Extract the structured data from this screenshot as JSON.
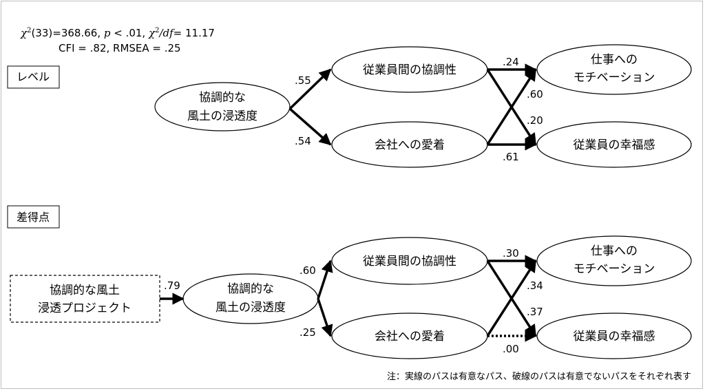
{
  "fit": {
    "chi_symbol": "χ",
    "sup2": "2",
    "chi_val": "(33)=368.66, ",
    "p_sym": "p",
    "p_val": " < .01, ",
    "chi_symbol2": "χ",
    "sup2b": "2",
    "slash": "/",
    "df": "df",
    "ratio_val": "= 11.17",
    "line2": "CFI = .82, RMSEA = .25"
  },
  "level": {
    "label": "レベル",
    "source": [
      "協調的な",
      "風土の浸透度"
    ],
    "med1": "従業員間の協調性",
    "med2": "会社への愛着",
    "out1": [
      "仕事への",
      "モチベーション"
    ],
    "out2": "従業員の幸福感",
    "coef_src_med1": ".55",
    "coef_src_med2": ".54",
    "coef_med1_out1": ".24",
    "coef_med1_out2": ".20",
    "coef_med2_out1": ".60",
    "coef_med2_out2": ".61"
  },
  "diff": {
    "label": "差得点",
    "project": [
      "協調的な風土",
      "浸透プロジェクト"
    ],
    "coef_proj_src": ".79",
    "source": [
      "協調的な",
      "風土の浸透度"
    ],
    "med1": "従業員間の協調性",
    "med2": "会社への愛着",
    "out1": [
      "仕事への",
      "モチベーション"
    ],
    "out2": "従業員の幸福感",
    "coef_src_med1": ".60",
    "coef_src_med2": ".25",
    "coef_med1_out1": ".30",
    "coef_med1_out2": ".37",
    "coef_med2_out1": ".34",
    "coef_med2_out2": ".00"
  },
  "note": "注：実線のパスは有意なパス、破線のパスは有意でないパスをそれぞれ表す"
}
